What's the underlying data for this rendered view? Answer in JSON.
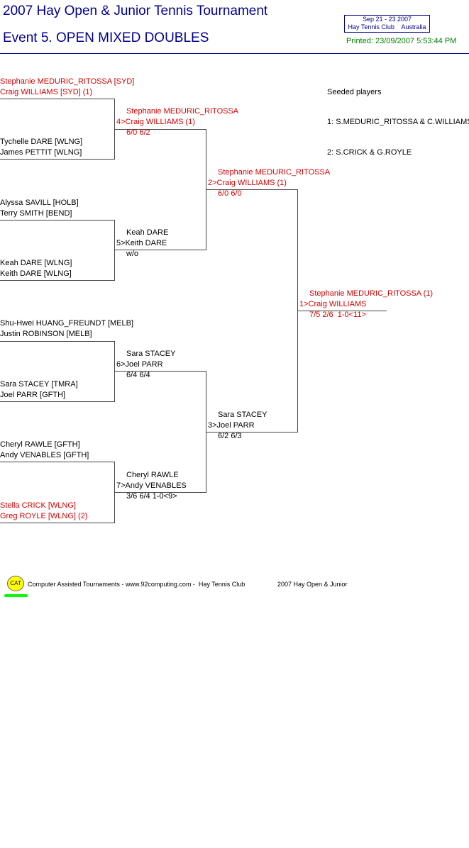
{
  "header": {
    "tournament_title": "2007 Hay Open & Junior Tennis Tournament",
    "event_title": "Event 5. OPEN MIXED DOUBLES",
    "info_dates": "Sep 21 - 23 2007",
    "info_venue": "Hay Tennis Club    Australia",
    "printed": "Printed: 23/09/2007 5:53:44 PM"
  },
  "round1": [
    {
      "line1": "Stephanie MEDURIC_RITOSSA [SYD]",
      "line2": "Craig WILLIAMS [SYD] (1)"
    },
    {
      "line1": "Tychelle DARE [WLNG]",
      "line2": "James PETTIT [WLNG]"
    },
    {
      "line1": "Alyssa SAVILL [HOLB]",
      "line2": "Terry SMITH [BEND]"
    },
    {
      "line1": "Keah DARE [WLNG]",
      "line2": "Keith DARE [WLNG]"
    },
    {
      "line1": "Shu-Hwei HUANG_FREUNDT [MELB]",
      "line2": "Justin ROBINSON [MELB]"
    },
    {
      "line1": "Sara STACEY [TMRA]",
      "line2": "Joel PARR [GFTH]"
    },
    {
      "line1": "Cheryl RAWLE [GFTH]",
      "line2": "Andy VENABLES [GFTH]"
    },
    {
      "line1": "Stella CRICK [WLNG]",
      "line2": "Greg ROYLE [WLNG] (2)"
    }
  ],
  "round2": [
    {
      "line1": "Stephanie MEDURIC_RITOSSA",
      "line2": "4>Craig WILLIAMS (1)",
      "score": "6/0 6/2"
    },
    {
      "line1": "Keah DARE",
      "line2": "5>Keith DARE",
      "score": "w/o"
    },
    {
      "line1": "Sara STACEY",
      "line2": "6>Joel PARR",
      "score": "6/4 6/4"
    },
    {
      "line1": "Cheryl RAWLE",
      "line2": "7>Andy VENABLES",
      "score": "3/6 6/4 1-0<9>"
    }
  ],
  "round3": [
    {
      "line1": "Stephanie MEDURIC_RITOSSA",
      "line2": "2>Craig WILLIAMS (1)",
      "score": "6/0 6/0"
    },
    {
      "line1": "Sara STACEY",
      "line2": "3>Joel PARR",
      "score": "6/2 6/3"
    }
  ],
  "final": {
    "line1": "Stephanie MEDURIC_RITOSSA (1)",
    "line2": "1>Craig WILLIAMS",
    "score": "7/5 2/6  1-0<11>"
  },
  "seeds": {
    "heading": "Seeded players",
    "seed1": "1: S.MEDURIC_RITOSSA & C.WILLIAMS",
    "seed2": "2: S.CRICK & G.ROYLE"
  },
  "footer": {
    "logo_text": "CAT",
    "credit": "Computer Assisted Tournaments - www.92computing.com -  Hay Tennis Club",
    "event": "2007 Hay Open & Junior"
  },
  "colors": {
    "title": "#00008b",
    "highlight": "#d00000",
    "printed": "#008000",
    "logo": "#ffff00"
  }
}
